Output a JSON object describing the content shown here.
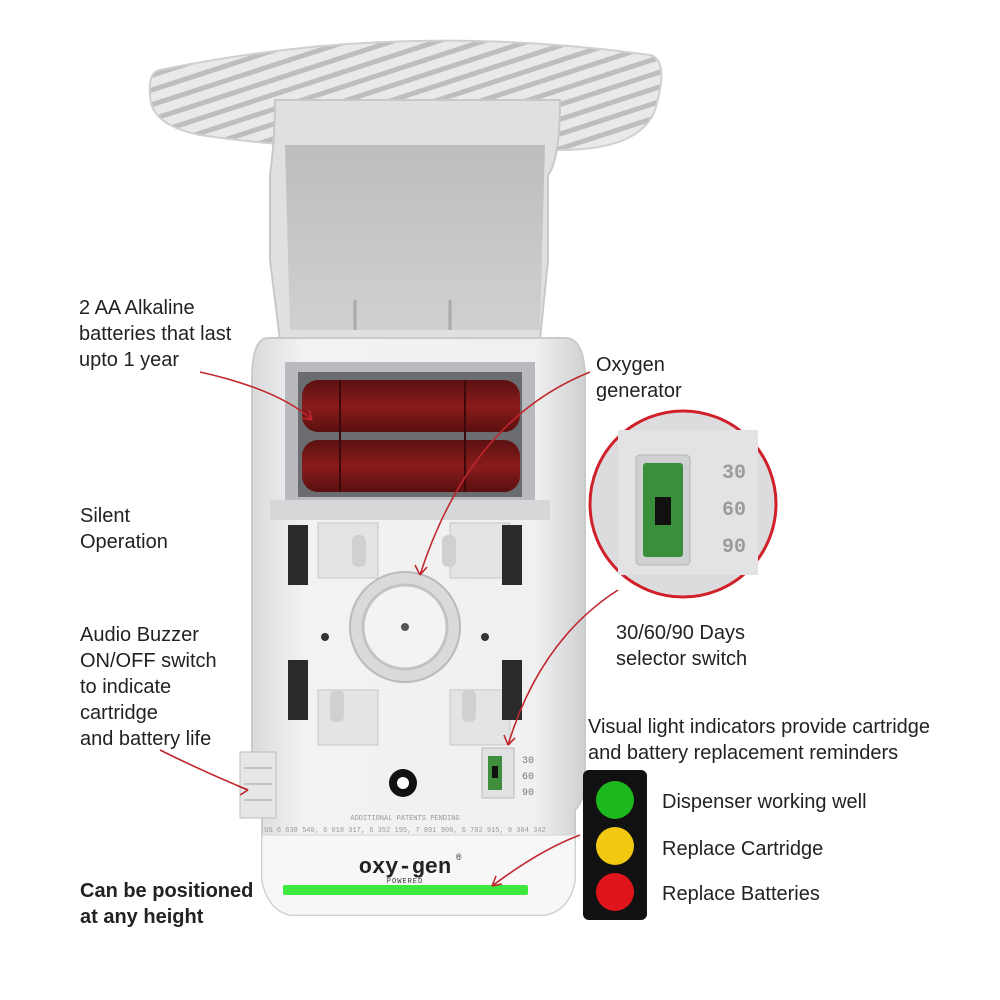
{
  "annotations": {
    "batteries": [
      "2 AA Alkaline",
      "batteries that last",
      "upto 1 year"
    ],
    "oxygen": [
      "Oxygen",
      "generator"
    ],
    "silent": [
      "Silent",
      "Operation"
    ],
    "buzzer": [
      "Audio Buzzer",
      "ON/OFF switch",
      "to indicate",
      "cartridge",
      "and battery life"
    ],
    "selector": [
      "30/60/90 Days",
      "selector switch"
    ],
    "visual": [
      "Visual light indicators provide cartridge",
      "and battery replacement reminders"
    ],
    "height": [
      "Can be positioned",
      "at any height"
    ]
  },
  "selector_marks": [
    "30",
    "60",
    "90"
  ],
  "device_text": {
    "patents": "ADDITIONAL PATENTS PENDING",
    "patent_numbers": "US 6 638 540, 6 018 317, 6 352 195, 7 891 900, 6 702 915, 9 304 342",
    "brand": "oxy-gen",
    "brand_sub": "POWERED",
    "registered": "®"
  },
  "indicators": [
    {
      "label": "Dispenser working well",
      "color": "#1db81d"
    },
    {
      "label": "Replace Cartridge",
      "color": "#f2c811"
    },
    {
      "label": "Replace Batteries",
      "color": "#e0141b"
    }
  ],
  "colors": {
    "accent_line": "#c0272d",
    "status_bar": "#3ee83e",
    "battery": "#7a1a1a"
  }
}
